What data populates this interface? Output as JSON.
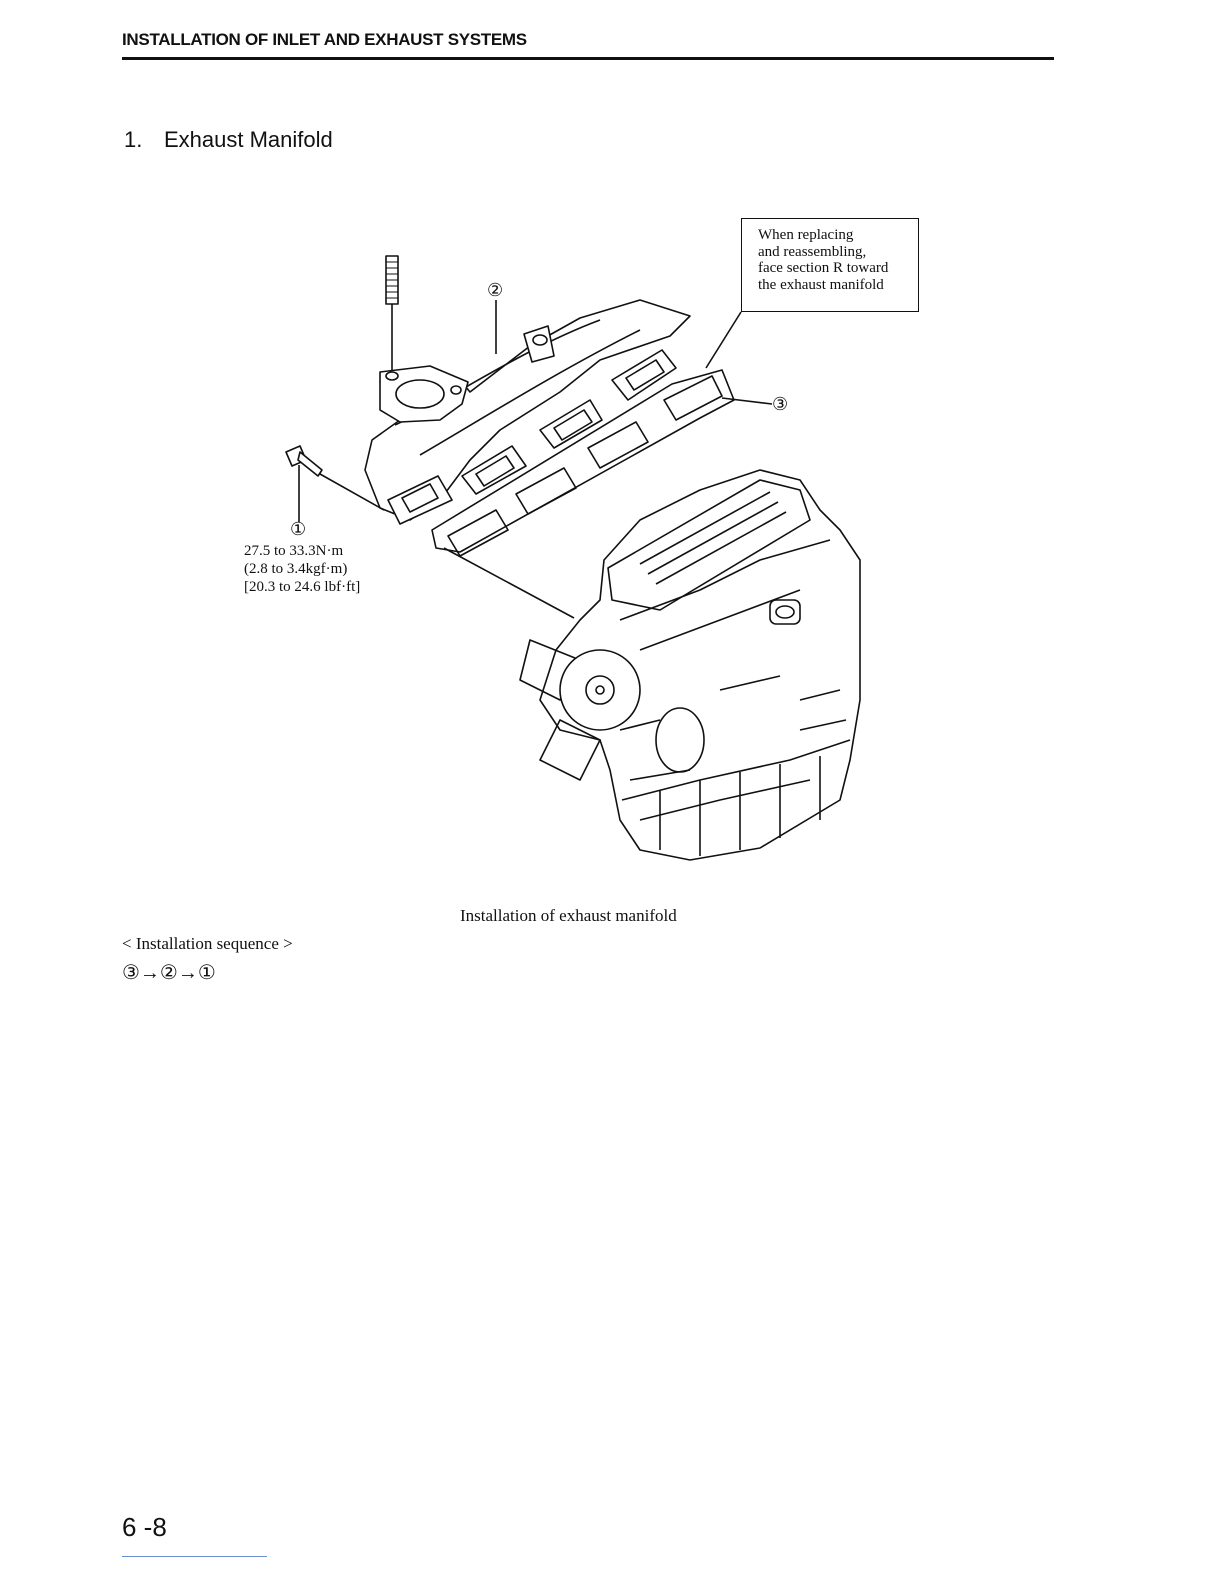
{
  "header": {
    "title": "INSTALLATION OF INLET AND EXHAUST SYSTEMS"
  },
  "section": {
    "number": "1.",
    "title": "Exhaust Manifold"
  },
  "figure": {
    "note_lines": [
      "When replacing",
      "and reassembling,",
      "face section R toward",
      "the exhaust manifold"
    ],
    "callouts": {
      "one": "①",
      "two": "②",
      "three": "③"
    },
    "torque_lines": [
      "27.5 to 33.3N·m",
      "(2.8 to 3.4kgf·m)",
      "[20.3 to 24.6 lbf·ft]"
    ],
    "caption": "Installation of exhaust manifold"
  },
  "sequence": {
    "label": "< Installation sequence >",
    "steps": "③→②→①"
  },
  "footer": {
    "page": "6 -8"
  }
}
